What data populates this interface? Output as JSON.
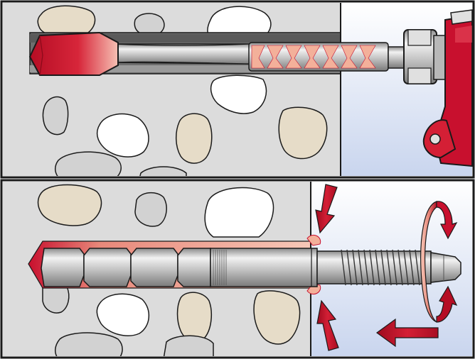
{
  "figure": {
    "panels": [
      {
        "name": "drilling-step",
        "elements": [
          "concrete-with-aggregate",
          "drill-bit",
          "drill-shank",
          "resin-spiral-section",
          "drill-chuck",
          "drill-hammer-body",
          "drill-handle"
        ]
      },
      {
        "name": "setting-step",
        "elements": [
          "concrete-with-aggregate",
          "drilled-hole-with-resin",
          "anchor-rod-cone-segments",
          "anchor-rod-threaded-end",
          "squeeze-out-arrows",
          "rotation-arrow",
          "push-arrow"
        ]
      }
    ],
    "colors": {
      "concrete": "#dcdcdc",
      "stone_light": "#ffffff",
      "stone_beige": "#e6dcc8",
      "stone_grey": "#d2d2d2",
      "resin": "#f3b09a",
      "accent_red": "#c8102e",
      "steel": "#c8c8c8",
      "sky_top": "#ffffff",
      "sky_bottom": "#c9d5ee",
      "outline": "#1a1a1a"
    },
    "icons": [
      "drill-bit-icon",
      "chuck-icon",
      "rotation-arrow-icon",
      "push-arrow-icon",
      "pressure-arrow-icon"
    ]
  }
}
